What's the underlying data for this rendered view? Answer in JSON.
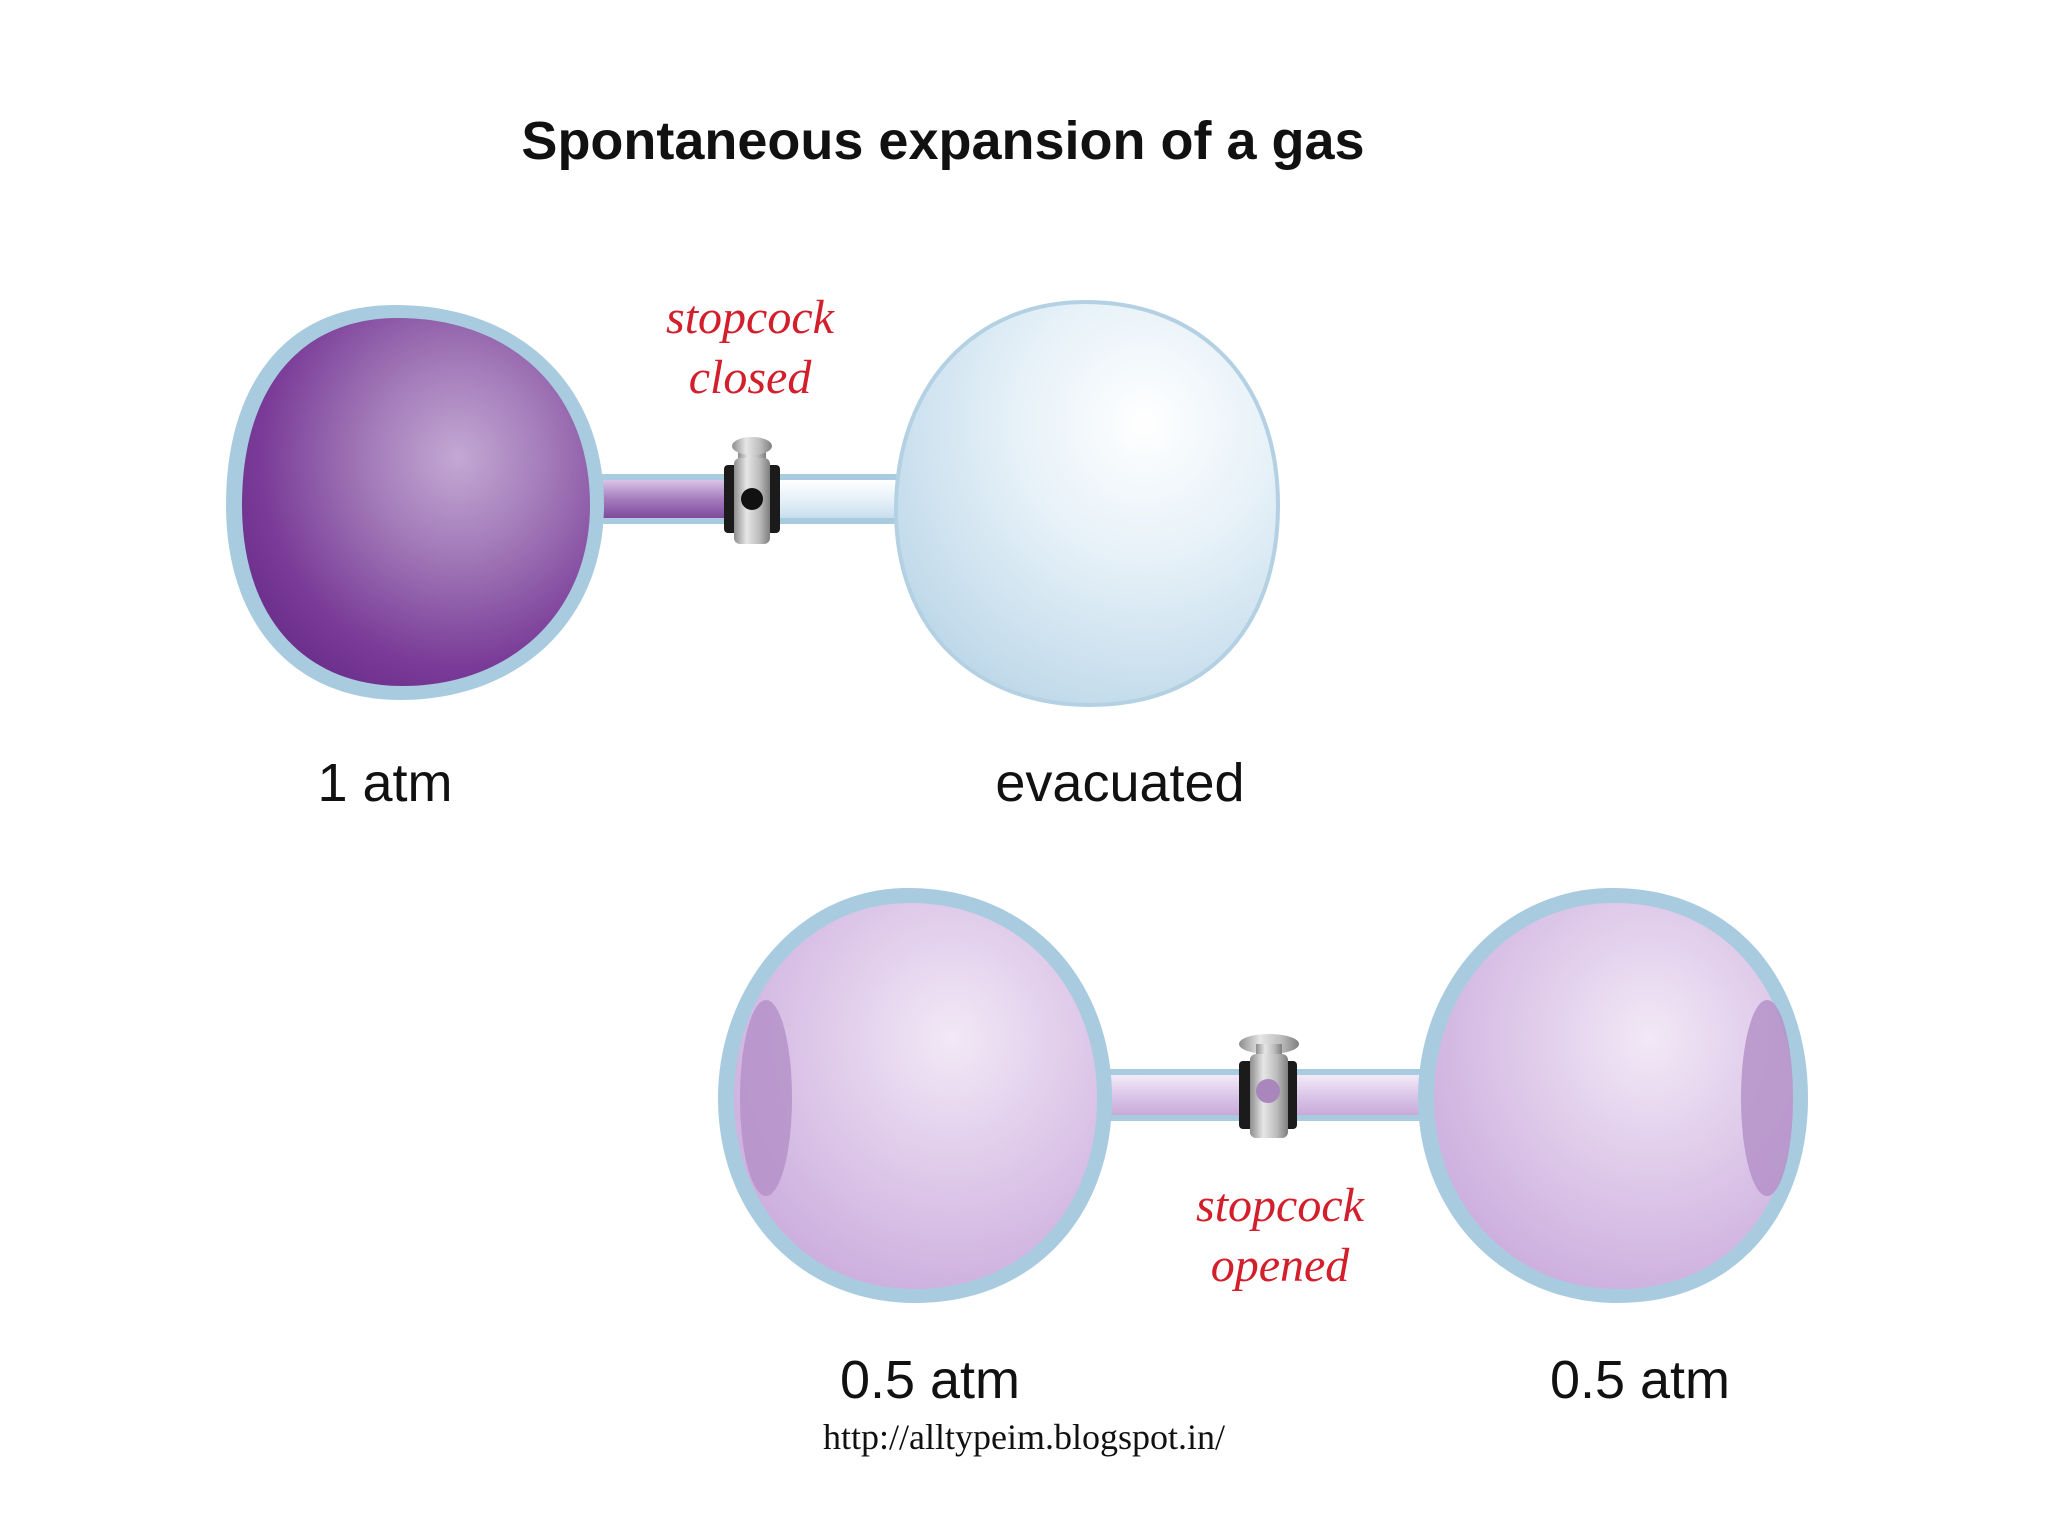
{
  "title": "Spontaneous expansion of a gas",
  "top_setup": {
    "stopcock_label_line1": "stopcock",
    "stopcock_label_line2": "closed",
    "left_flask_label": "1 atm",
    "right_flask_label": "evacuated"
  },
  "bottom_setup": {
    "stopcock_label_line1": "stopcock",
    "stopcock_label_line2": "opened",
    "left_flask_label": "0.5 atm",
    "right_flask_label": "0.5 atm"
  },
  "source_url": "http://alltypeim.blogspot.in/",
  "colors": {
    "gas_dense": "#6a2a8c",
    "gas_expanded": "#d4b8e2",
    "evacuated_glass": "#cfe4f0",
    "glass_rim": "#9fc6dd",
    "stopcock_label": "#d21f2b"
  }
}
